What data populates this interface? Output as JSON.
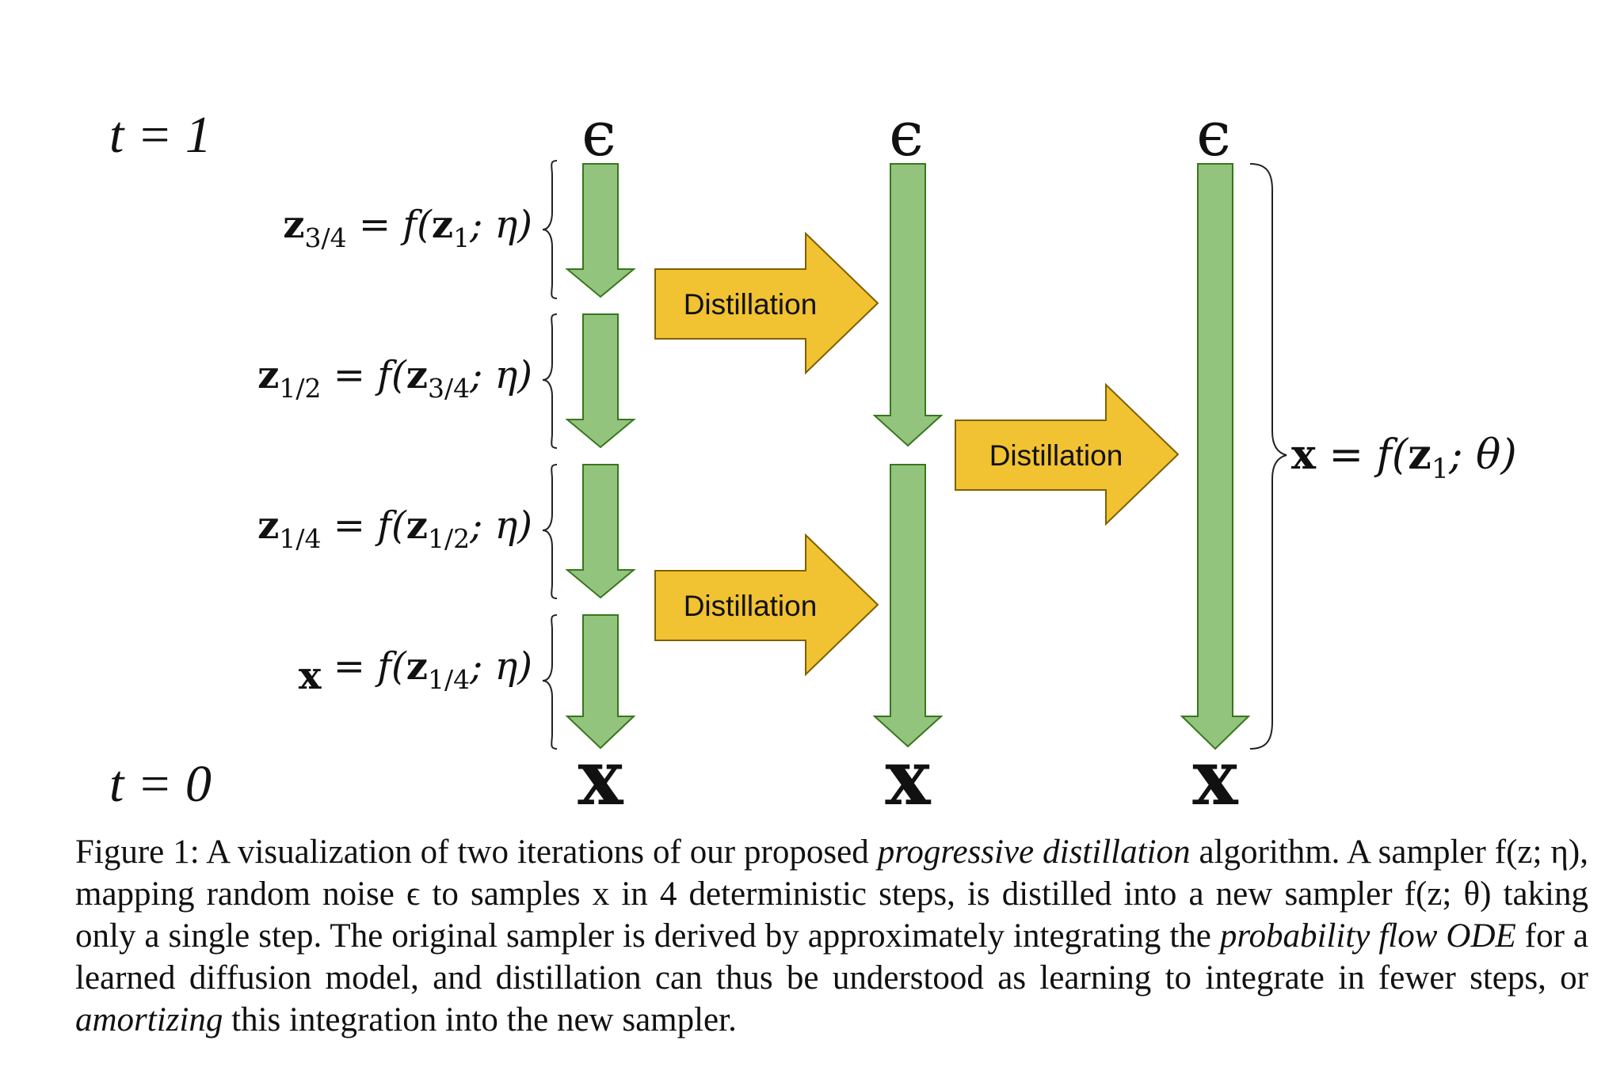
{
  "figure": {
    "time_top": "t = 1",
    "time_bottom": "t = 0",
    "epsilon_symbol": "ϵ",
    "x_symbol": "x",
    "arrow_label": "Distillation",
    "step_labels": [
      {
        "lhs": "z",
        "lhs_sub": "3/4",
        "mid": " = f(",
        "arg": "z",
        "arg_sub": "1",
        "tail": "; η)"
      },
      {
        "lhs": "z",
        "lhs_sub": "1/2",
        "mid": " = f(",
        "arg": "z",
        "arg_sub": "3/4",
        "tail": "; η)"
      },
      {
        "lhs": "z",
        "lhs_sub": "1/4",
        "mid": " = f(",
        "arg": "z",
        "arg_sub": "1/2",
        "tail": "; η)"
      },
      {
        "lhs": "x",
        "lhs_sub": "",
        "mid": " = f(",
        "arg": "z",
        "arg_sub": "1/4",
        "tail": "; η)"
      }
    ],
    "final_label": {
      "lhs": "x",
      "mid": " = f(",
      "arg": "z",
      "arg_sub": "1",
      "tail": "; θ)"
    },
    "colors": {
      "green_fill": "#93c47d",
      "green_stroke": "#38761d",
      "yellow_fill": "#f1c232",
      "yellow_stroke": "#7f6000"
    }
  },
  "caption": {
    "prefix": "Figure 1:  A visualization of two iterations of our proposed ",
    "em1": "progressive distillation",
    "part2": " algorithm.  A sampler f(z; η), mapping random noise ϵ to samples x in 4 deterministic steps, is distilled into a new sampler f(z; θ) taking only a single step.  The original sampler is derived by approximately integrating the ",
    "em2": "probability flow ODE",
    "part3": " for a learned diffusion model, and distillation can thus be understood as learning to integrate in fewer steps, or ",
    "em3": "amortizing",
    "part4": " this integration into the new sampler."
  }
}
